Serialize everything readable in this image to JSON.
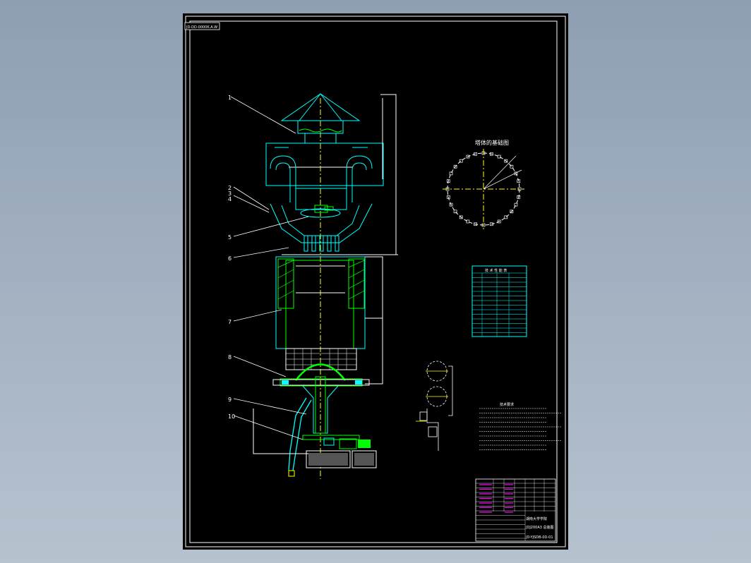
{
  "viewer": {
    "background_color": "#8e9fb3"
  },
  "sheet": {
    "background_color": "#000000",
    "line_color": "#ffffff"
  },
  "title_tag": "JD-DD-0000K.A.W",
  "callouts": [
    "1",
    "2",
    "3",
    "4",
    "5",
    "6",
    "7",
    "8",
    "9",
    "10"
  ],
  "foundation_plan": {
    "title": "塔体的基础图"
  },
  "tech_table": {
    "title": "技 术 性 能 表"
  },
  "tech_requirements": {
    "title": "技术要求"
  },
  "title_block": {
    "school": "湖南大学学院",
    "drawing_name": "JDJ200A3 总装图",
    "drawing_number": "JD-YJSDB-0D-01"
  },
  "colors": {
    "cyan": "#00ffff",
    "green": "#00ff00",
    "yellow": "#ffff00",
    "magenta": "#ff00ff",
    "white": "#ffffff"
  }
}
